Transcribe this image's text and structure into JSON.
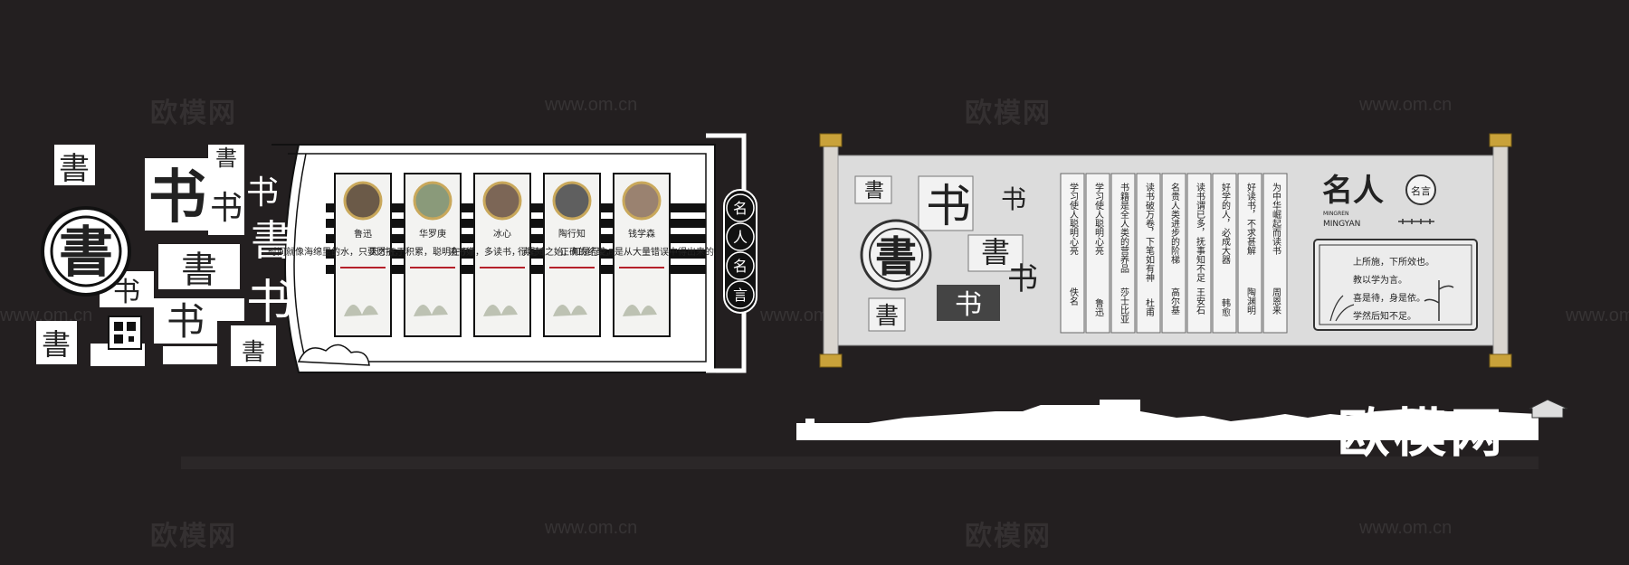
{
  "watermarks": {
    "brand": "欧模网",
    "url": "www.om.cn",
    "big_brand": "欧模网"
  },
  "left_wall": {
    "title_chars": [
      "名",
      "人",
      "名",
      "言"
    ],
    "calligraphy": [
      "書",
      "书",
      "書",
      "书",
      "書",
      "书",
      "書",
      "书"
    ],
    "people": [
      {
        "name": "鲁迅",
        "quote": "时间就像海绵里的水，只要愿挤，总还是有的。"
      },
      {
        "name": "华罗庚",
        "quote": "天才在于积累，聪明在于勤奋。"
      },
      {
        "name": "冰心",
        "quote": "读书好，多读书，读好书。"
      },
      {
        "name": "陶行知",
        "quote": "行是知之始，知是行之成。"
      },
      {
        "name": "钱学森",
        "quote": "正确的结果，是从大量错误中得出来的。"
      }
    ]
  },
  "right_scroll": {
    "title": "名人",
    "seal": "名言",
    "pinyin_1": "MINGREN",
    "pinyin_2": "MINGYAN",
    "quotes": [
      {
        "text": "学习使人聪明心亮",
        "author": "佚名"
      },
      {
        "text": "学习使人聪明心亮",
        "author": "鲁迅"
      },
      {
        "text": "书籍是全人类的营养品",
        "author": "莎士比亚"
      },
      {
        "text": "读书破万卷，下笔如有神",
        "author": "杜甫"
      },
      {
        "text": "名贵人类进步的阶梯",
        "author": "高尔基"
      },
      {
        "text": "读书谓已多，抚事知不足",
        "author": "王安石"
      },
      {
        "text": "好学的人，必成大器",
        "author": "韩愈"
      },
      {
        "text": "好读书，不求甚解",
        "author": "陶渊明"
      },
      {
        "text": "为中华崛起而读书",
        "author": "周恩来"
      }
    ],
    "poem": [
      "上所施，下所效也。",
      "教以学为言。",
      "喜是待，身是依。",
      "学然后知不足。"
    ]
  }
}
